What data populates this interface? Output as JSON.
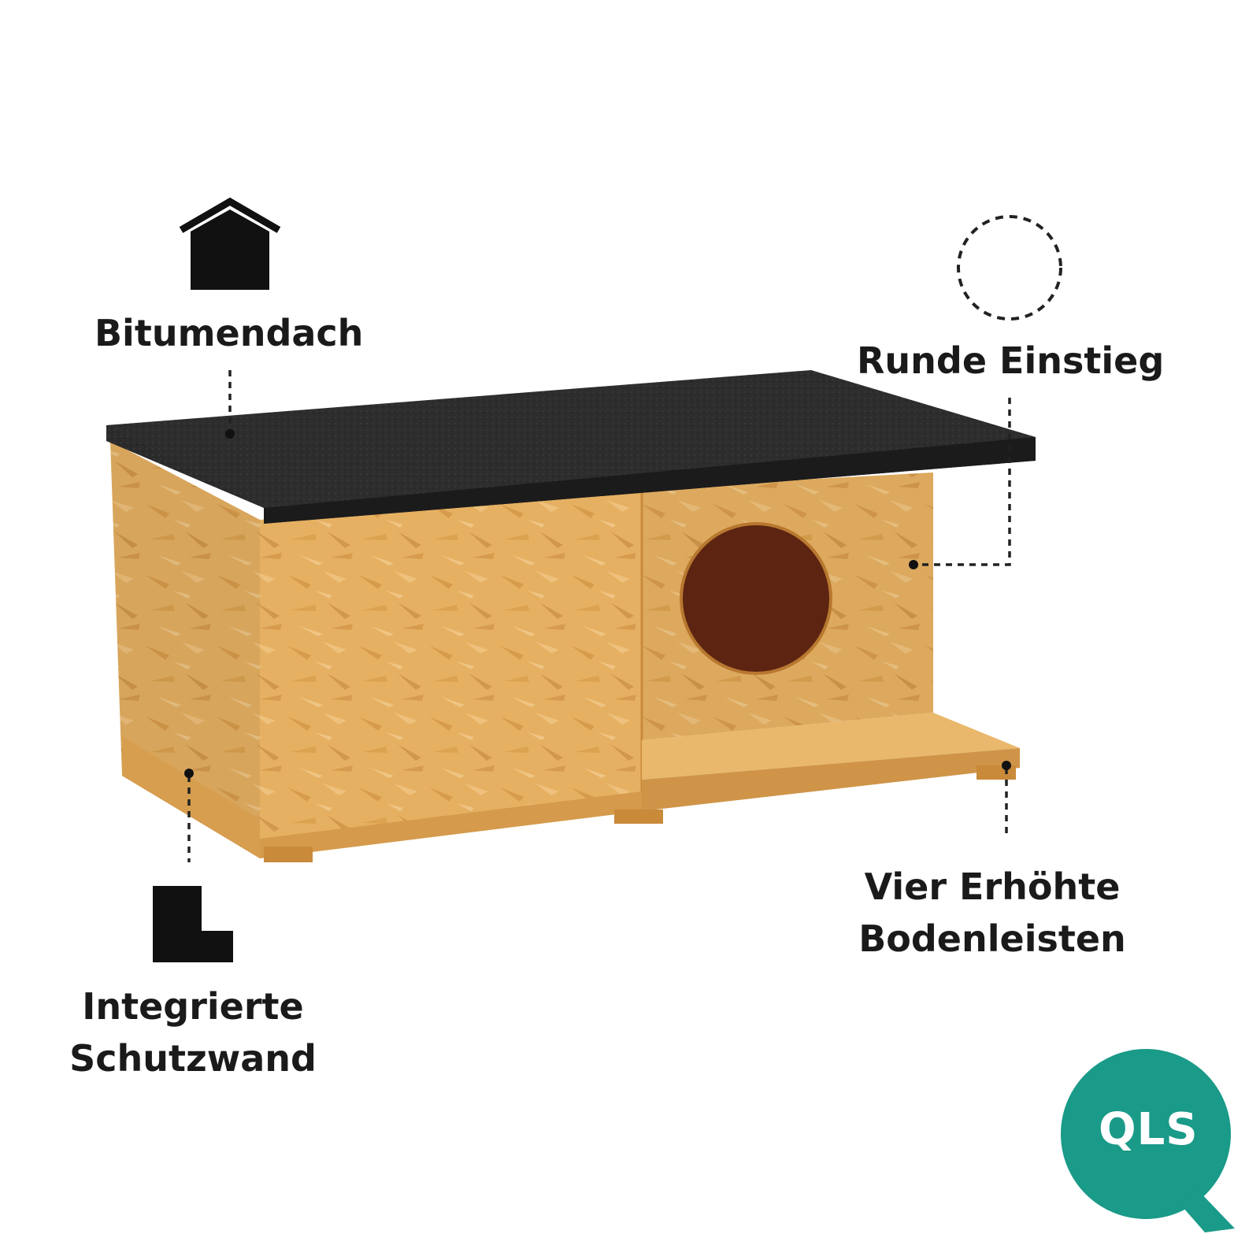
{
  "features": {
    "roof": "Bitumendach",
    "entrance": "Runde Einstieg",
    "wall_line1": "Integrierte",
    "wall_line2": "Schutzwand",
    "feet_line1": "Vier Erhöhte",
    "feet_line2": "Bodenleisten"
  },
  "brand": {
    "logo_text": "QLS",
    "color": "#1a9a88"
  },
  "colors": {
    "wood": "#e3ab58",
    "wood_dark": "#c98a3a",
    "roof": "#2a2a2a",
    "hole": "#5c2411",
    "icon": "#111111"
  }
}
